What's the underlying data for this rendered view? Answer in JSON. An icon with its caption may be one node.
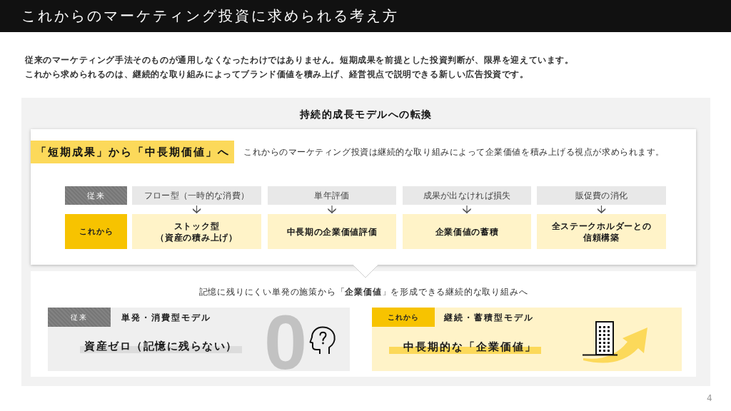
{
  "diagram": {
    "title": "これからのマーケティング投資に求められる考え方",
    "nodes": [
      {
        "text": [
          "持続的成長モデルへの転換"
        ]
      },
      {
        "text": [
          "これからのマーケティング投資は継続的な取り組みによって企業価値を積み上げる視点が求められます。"
        ],
        "in": 0
      },
      {
        "text": [
          "「短期成果」から「中長期価値」へ"
        ],
        "in": 1
      },
      {
        "text": [
          "従来"
        ],
        "in": 1
      },
      {
        "text": [
          "フロー型（一時的な消費）"
        ],
        "in": 1
      },
      {
        "text": [
          "単年評価"
        ],
        "in": 1
      },
      {
        "text": [
          "成果が出なければ損失"
        ],
        "in": 1
      },
      {
        "text": [
          "販促費の消化"
        ],
        "in": 1
      },
      {
        "text": [
          "これから"
        ],
        "in": 1
      },
      {
        "text": [
          "ストック型（資産の積み上げ）"
        ],
        "in": 1
      },
      {
        "text": [
          "中長期の企業価値評価"
        ],
        "in": 1
      },
      {
        "text": [
          "企業価値の蓄積"
        ],
        "in": 1
      },
      {
        "text": [
          "全ステークホルダーとの信頼構築"
        ],
        "in": 1
      },
      {
        "text": [
          "記憶に残りにくい単発の施策から「**企業価値**」を形成できる継続的な取り組みへ"
        ],
        "in": 0
      },
      {
        "text": [
          "単発・消費型モデル",
          "資産ゼロ（記憶に残らない）",
          "0"
        ],
        "in": 13
      },
      {
        "text": [
          "従来"
        ],
        "in": 14
      },
      {
        "text": [
          "継続・蓄積型モデル",
          "中長期的な「企業価値」"
        ],
        "in": 13
      },
      {
        "text": [
          "これから"
        ],
        "in": 16
      }
    ],
    "edges": [
      {
        "from": 4,
        "to": 9,
        "arrow": "to"
      },
      {
        "from": 5,
        "to": 10,
        "arrow": "to"
      },
      {
        "from": 6,
        "to": 11,
        "arrow": "to"
      },
      {
        "from": 7,
        "to": 12,
        "arrow": "to"
      }
    ],
    "labels": [
      "従来のマーケティング手法そのものが通用しなくなったわけではありません。短期成果を前提とした投資判断が、限界を迎えています。",
      "これから求められるのは、継続的な取り組みによってブランド価値を積み上げ、経営視点で説明できる新しい広告投資です。",
      "4"
    ]
  }
}
